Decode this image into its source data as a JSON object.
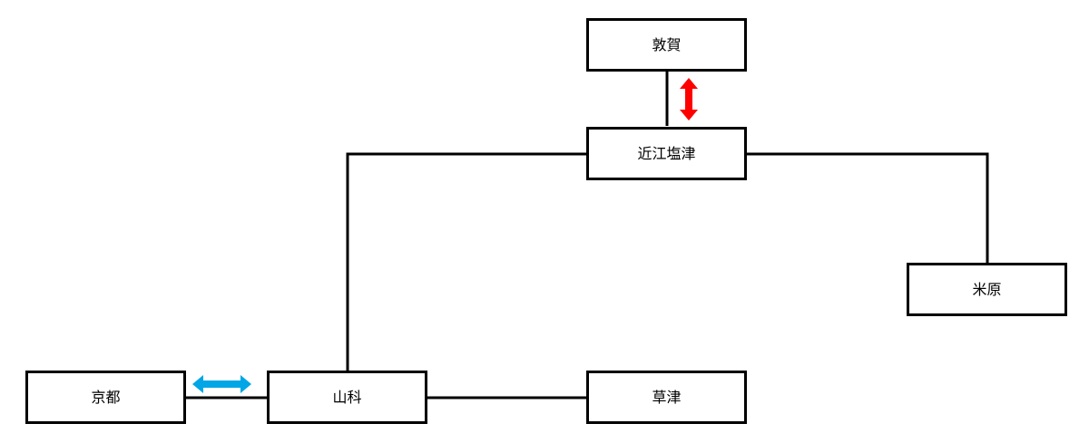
{
  "stations": {
    "tsuruga": "敦賀",
    "omi_shiotsu": "近江塩津",
    "maibara": "米原",
    "kyoto": "京都",
    "yamashina": "山科",
    "kusatsu": "草津"
  },
  "colors": {
    "line": "#000000",
    "arrow_red": "#ff0000",
    "arrow_blue": "#00a6e6"
  },
  "arrows": [
    {
      "from": "tsuruga",
      "to": "omi_shiotsu",
      "color": "arrow_red"
    },
    {
      "from": "kyoto",
      "to": "yamashina",
      "color": "arrow_blue"
    }
  ]
}
